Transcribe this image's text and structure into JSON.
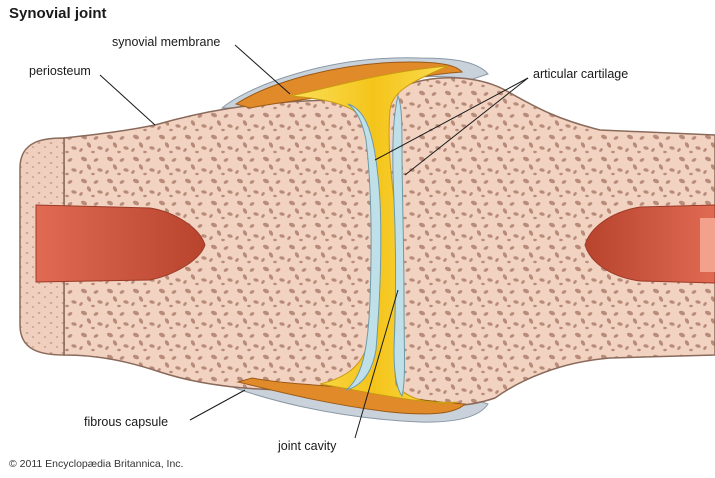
{
  "title": "Synovial joint",
  "labels": {
    "synovial_membrane": "synovial membrane",
    "periosteum": "periosteum",
    "articular_cartilage": "articular cartilage",
    "fibrous_capsule": "fibrous capsule",
    "joint_cavity": "joint cavity"
  },
  "credit": "© 2011 Encyclopædia Britannica, Inc.",
  "colors": {
    "bone": "#f2d3c2",
    "bone_outline": "#8a6a5a",
    "marrow": "#c9553c",
    "cartilage": "#bfe0e8",
    "synovial_fluid": "#f7cc1a",
    "synovial_membrane": "#e08a2a",
    "capsule": "#c9d2da"
  }
}
